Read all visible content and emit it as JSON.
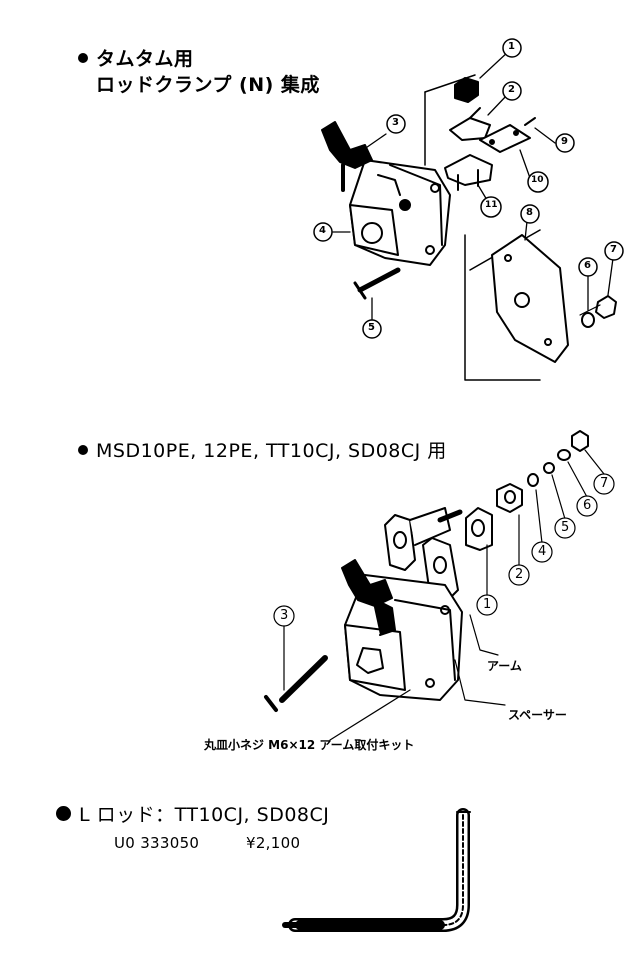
{
  "section1": {
    "line1": "タムタム用",
    "line2": "ロッドクランプ (N) 集成",
    "part_numbers": [
      "1",
      "2",
      "3",
      "4",
      "5",
      "6",
      "7",
      "8",
      "9",
      "10",
      "11"
    ]
  },
  "section2": {
    "title": "MSD10PE, 12PE, TT10CJ, SD08CJ 用",
    "part_numbers": [
      "1",
      "2",
      "3",
      "4",
      "5",
      "6",
      "7"
    ],
    "arm_label": "アーム",
    "spacer_label": "スペーサー",
    "kit_label": "丸皿小ネジ M6×12 アーム取付キット"
  },
  "section3": {
    "title": "L ロッド：TT10CJ, SD08CJ",
    "code": "U0 333050",
    "price": "¥2,100"
  }
}
